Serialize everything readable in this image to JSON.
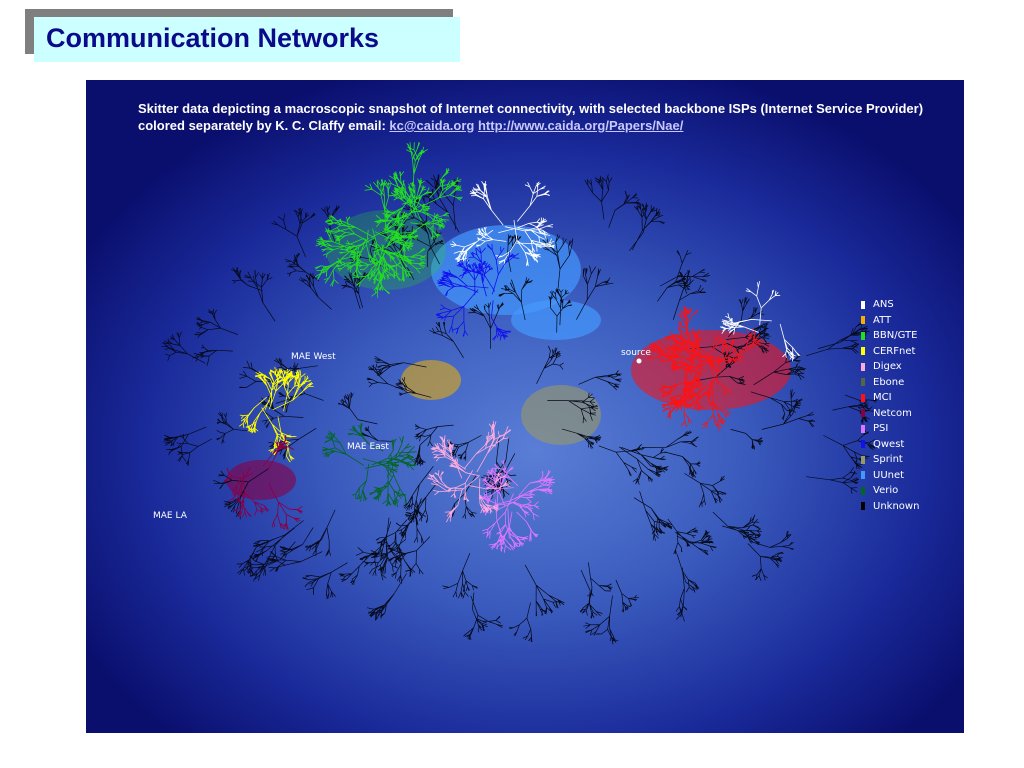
{
  "slide": {
    "title": "Communication Networks",
    "caption_text": "Skitter data depicting a macroscopic snapshot of Internet connectivity, with selected backbone ISPs (Internet Service Provider) colored separately by K. C. Claffy email: ",
    "email_link": "kc@caida.org",
    "url_link": "http://www.caida.org/Papers/Nae/"
  },
  "map": {
    "labels": {
      "mae_west": "MAE West",
      "mae_east": "MAE  East",
      "mae_la": "MAE   LA",
      "source": "source"
    },
    "colors": {
      "background": "#1a2a9a",
      "branches": "#050a1a"
    }
  },
  "legend": [
    {
      "label": "ANS",
      "color": "#ffffff"
    },
    {
      "label": "ATT",
      "color": "#f0b000"
    },
    {
      "label": "BBN/GTE",
      "color": "#22dd22"
    },
    {
      "label": "CERFnet",
      "color": "#ffff00"
    },
    {
      "label": "Digex",
      "color": "#ffaadd"
    },
    {
      "label": "Ebone",
      "color": "#556644"
    },
    {
      "label": "MCI",
      "color": "#ff1111"
    },
    {
      "label": "Netcom",
      "color": "#880044"
    },
    {
      "label": "PSI",
      "color": "#dd77ff"
    },
    {
      "label": "Qwest",
      "color": "#1111ee"
    },
    {
      "label": "Sprint",
      "color": "#999966"
    },
    {
      "label": "UUnet",
      "color": "#4499ff"
    },
    {
      "label": "Verio",
      "color": "#006622"
    },
    {
      "label": "Unknown",
      "color": "#000000"
    }
  ]
}
